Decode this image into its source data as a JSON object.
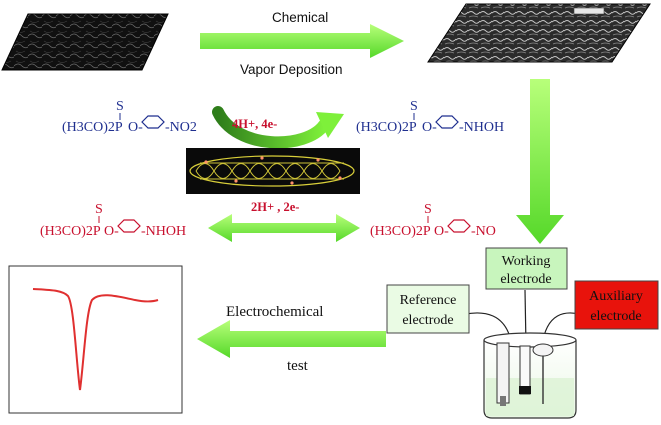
{
  "top": {
    "cvd_line1": "Chemical",
    "cvd_line2": "Vapor Deposition"
  },
  "reaction1": {
    "reactant_prefix": "(H3CO)2P",
    "reactant_s": "S",
    "reactant_group": "NO2",
    "reagents": "4H+, 4e-",
    "product_prefix": "(H3CO)2P",
    "product_s": "S",
    "product_group": "NHOH"
  },
  "reaction2": {
    "left_prefix": "(H3CO)2P",
    "left_s": "S",
    "left_group": "NHOH",
    "reagents": "2H+ , 2e-",
    "right_prefix": "(H3CO)2P",
    "right_s": "S",
    "right_group": "NO"
  },
  "electrodes": {
    "working_line1": "Working",
    "working_line2": "electrode",
    "reference_line1": "Reference",
    "reference_line2": "electrode",
    "auxiliary_line1": "Auxiliary",
    "auxiliary_line2": "electrode"
  },
  "bottom": {
    "test_line1": "Electrochemical",
    "test_line2": "test"
  },
  "colors": {
    "arrow_green": "#7ef03a",
    "blue_chem": "#1f2f8f",
    "red_chem": "#c8102e",
    "working_box": "#c8f5bd",
    "reference_box": "#eafbe4",
    "auxiliary_box": "#e8130c",
    "curve": "#e03030"
  }
}
